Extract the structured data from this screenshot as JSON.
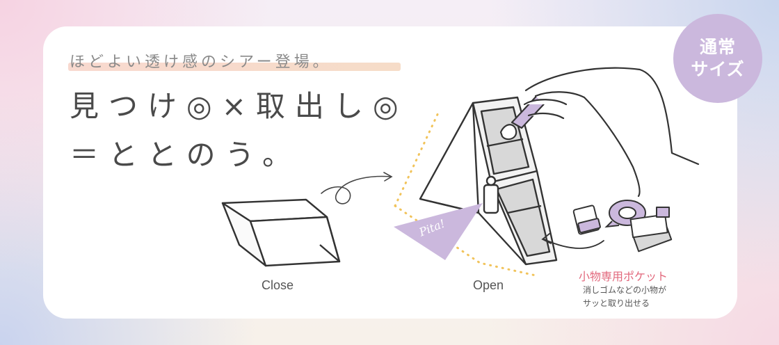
{
  "tagline": "ほどよい透け感のシアー登場。",
  "headline": {
    "line1": [
      "見",
      "つ",
      "け",
      "◎",
      "×",
      "取",
      "出",
      "し",
      "◎"
    ],
    "line2": "＝ととのう。"
  },
  "badge": {
    "line1": "通常",
    "line2": "サイズ"
  },
  "labels": {
    "close": "Close",
    "open": "Open"
  },
  "sticker": "Pita!",
  "pocket": {
    "title": "小物専用ポケット",
    "desc_line1": "消しゴムなどの小物が",
    "desc_line2": "サッと取り出せる"
  },
  "colors": {
    "badge": "#cbb8dd",
    "accent_pink": "#e2687c",
    "sticker": "#cbb8dd",
    "dots": "#f1c35a"
  },
  "icons": [
    "pencil-case-closed",
    "pencil-case-open",
    "hand-holding-pen",
    "eraser-icon",
    "tape-roll-icon",
    "sticky-notes-icon",
    "curly-arrow-icon"
  ]
}
